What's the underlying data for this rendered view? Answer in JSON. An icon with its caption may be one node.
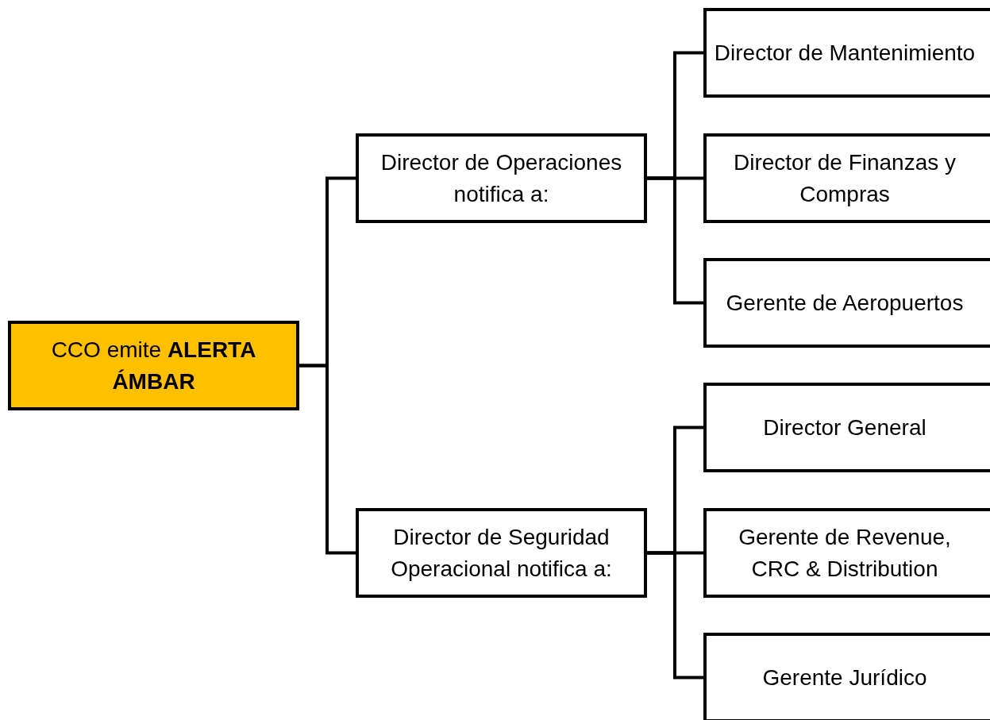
{
  "diagram": {
    "nodes": [
      {
        "text": [
          "CCO emite **ALERTA ÁMBAR**"
        ]
      },
      {
        "text": [
          "Director de Operaciones notifica a:"
        ]
      },
      {
        "text": [
          "Director de Seguridad Operacional notifica a:"
        ]
      },
      {
        "text": [
          "Director de Mantenimiento"
        ]
      },
      {
        "text": [
          "Director de Finanzas y Compras"
        ]
      },
      {
        "text": [
          "Gerente de Aeropuertos"
        ]
      },
      {
        "text": [
          "Director General"
        ]
      },
      {
        "text": [
          "Gerente de Revenue, CRC & Distribution"
        ]
      },
      {
        "text": [
          "Gerente Jurídico"
        ]
      }
    ],
    "edges": [
      {
        "from": 0,
        "to": 1,
        "arrow": "none"
      },
      {
        "from": 0,
        "to": 2,
        "arrow": "none"
      },
      {
        "from": 1,
        "to": 3,
        "arrow": "none"
      },
      {
        "from": 1,
        "to": 4,
        "arrow": "none"
      },
      {
        "from": 1,
        "to": 5,
        "arrow": "none"
      },
      {
        "from": 2,
        "to": 6,
        "arrow": "none"
      },
      {
        "from": 2,
        "to": 7,
        "arrow": "none"
      },
      {
        "from": 2,
        "to": 8,
        "arrow": "none"
      }
    ]
  }
}
